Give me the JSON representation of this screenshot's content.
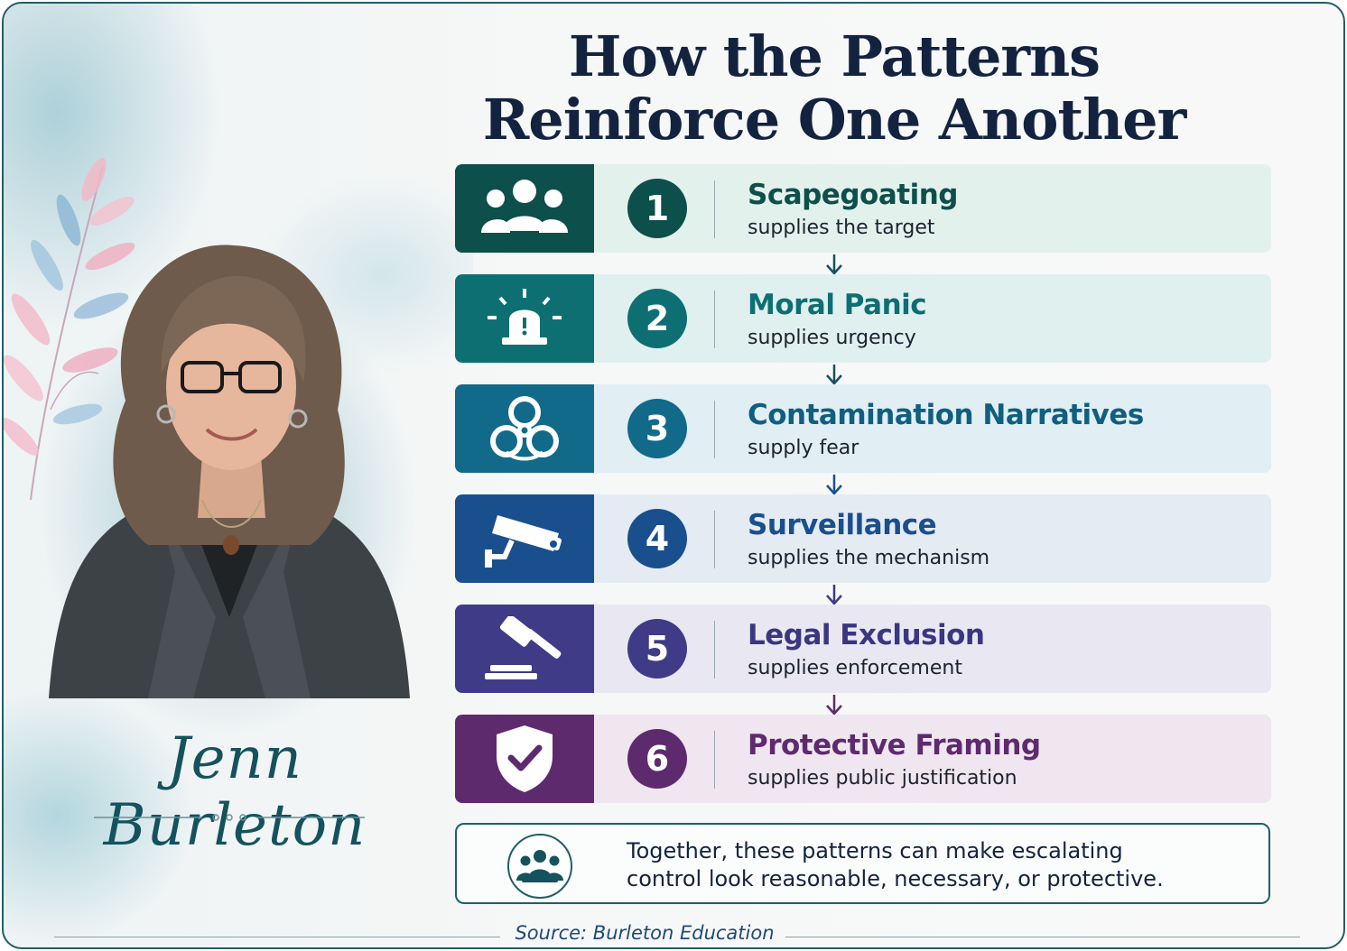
{
  "title": {
    "line1": "How the Patterns",
    "line2": "Reinforce One Another"
  },
  "author": {
    "signature": "Jenn Burleton"
  },
  "patterns": [
    {
      "number": "1",
      "title": "Scapegoating",
      "subtitle": "supplies the target",
      "icon": "people-group-icon",
      "tile_color": "#0d4f4a",
      "band_color": "#e3f1ec",
      "title_color": "#0d4f4a"
    },
    {
      "number": "2",
      "title": "Moral Panic",
      "subtitle": "supplies urgency",
      "icon": "alarm-siren-icon",
      "tile_color": "#0e6f72",
      "band_color": "#e0f0ef",
      "title_color": "#0e6f72"
    },
    {
      "number": "3",
      "title": "Contamination Narratives",
      "subtitle": "supply fear",
      "icon": "biohazard-icon",
      "tile_color": "#126a8a",
      "band_color": "#e1eef3",
      "title_color": "#0f5f80"
    },
    {
      "number": "4",
      "title": "Surveillance",
      "subtitle": "supplies the mechanism",
      "icon": "security-camera-icon",
      "tile_color": "#1a4f8e",
      "band_color": "#e4ebf3",
      "title_color": "#1a4f8e"
    },
    {
      "number": "5",
      "title": "Legal Exclusion",
      "subtitle": "supplies enforcement",
      "icon": "gavel-icon",
      "tile_color": "#3f3b86",
      "band_color": "#e9e7f2",
      "title_color": "#3a3680"
    },
    {
      "number": "6",
      "title": "Protective Framing",
      "subtitle": "supplies public justification",
      "icon": "shield-check-icon",
      "tile_color": "#5e2a6e",
      "band_color": "#efe6f0",
      "title_color": "#5e2a6e"
    }
  ],
  "note": {
    "icon": "community-icon",
    "text_line1": "Together, these patterns can make escalating",
    "text_line2": "control look reasonable, necessary, or protective."
  },
  "source": "Source: Burleton Education"
}
